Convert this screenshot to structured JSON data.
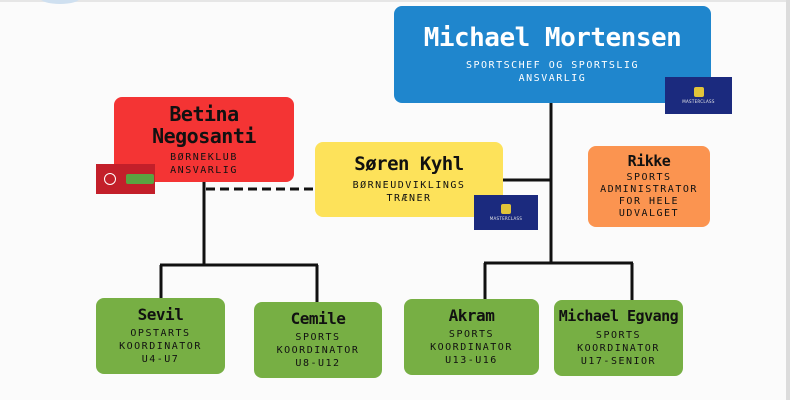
{
  "colors": {
    "manager": "#1f86cd",
    "children_club": "#f43434",
    "coach": "#fde25a",
    "admin": "#fb9450",
    "coordinator": "#77af44",
    "logo_navy": "#1b2a7e",
    "logo_red": "#c31f2a"
  },
  "chart": {
    "head": {
      "name": "Michael Mortensen",
      "role_lines": [
        "SPORTSCHEF OG SPORTSLIG",
        "ANSVARLIG"
      ]
    },
    "children_club": {
      "name": "Betina Negosanti",
      "role_lines": [
        "BØRNEKLUB",
        "ANSVARLIG"
      ]
    },
    "coach": {
      "name": "Søren Kyhl",
      "role_lines": [
        "BØRNEUDVIKLINGS",
        "TRÆNER"
      ]
    },
    "admin": {
      "name": "Rikke",
      "role_lines": [
        "SPORTS",
        "ADMINISTRATOR",
        "FOR HELE",
        "UDVALGET"
      ]
    },
    "coordinators": [
      {
        "name": "Sevil",
        "role_lines": [
          "OPSTARTS",
          "KOORDINATOR",
          "U4-U7"
        ]
      },
      {
        "name": "Cemile",
        "role_lines": [
          "SPORTS",
          "KOORDINATOR",
          "U8-U12"
        ]
      },
      {
        "name": "Akram",
        "role_lines": [
          "SPORTS",
          "KOORDINATOR",
          "U13-U16"
        ]
      },
      {
        "name": "Michael Egvang",
        "role_lines": [
          "SPORTS",
          "KOORDINATOR",
          "U17-SENIOR"
        ]
      }
    ]
  },
  "logos": {
    "crest_icon": "club-crest-icon",
    "seal_icon": "club-seal-icon"
  }
}
